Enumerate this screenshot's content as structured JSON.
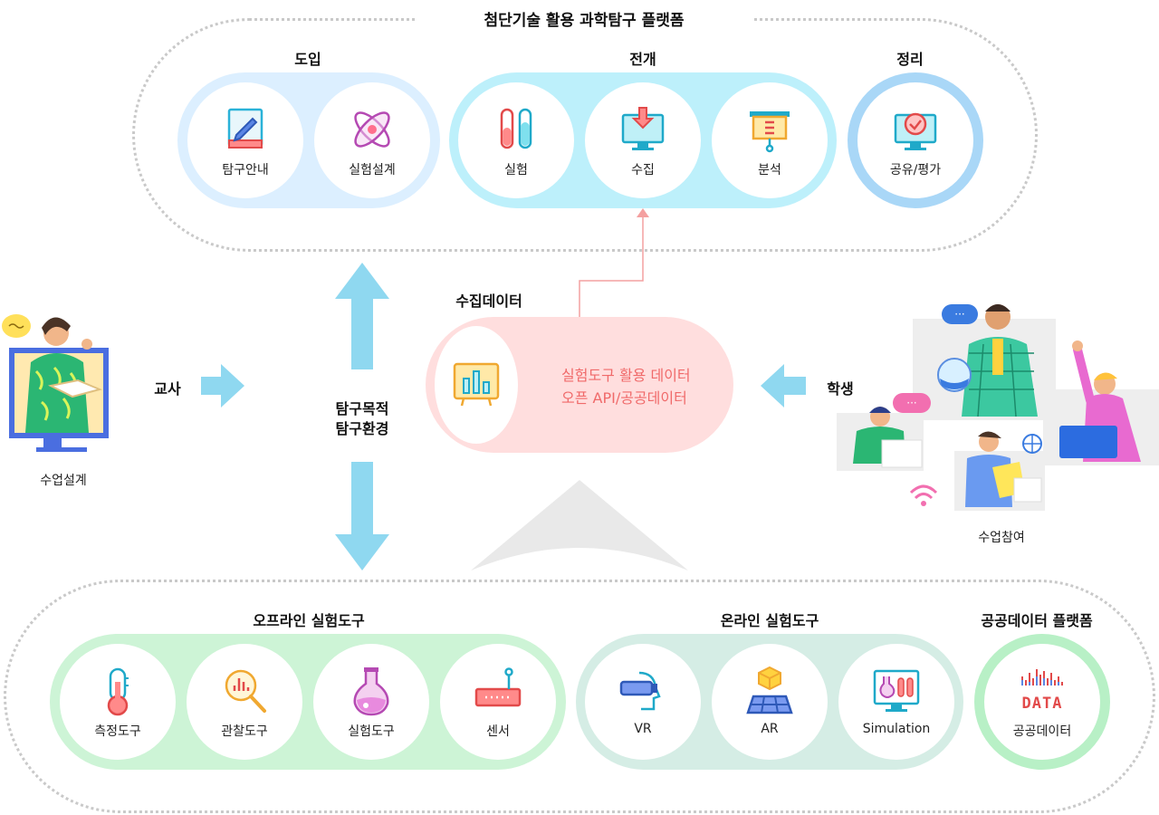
{
  "top": {
    "title": "첨단기술 활용 과학탐구 플랫폼",
    "groups": [
      {
        "title": "도입",
        "items": [
          {
            "label": "탐구안내",
            "icon": "book-pencil-icon"
          },
          {
            "label": "실험설계",
            "icon": "atom-icon"
          }
        ]
      },
      {
        "title": "전개",
        "items": [
          {
            "label": "실험",
            "icon": "test-tubes-icon"
          },
          {
            "label": "수집",
            "icon": "download-monitor-icon"
          },
          {
            "label": "분석",
            "icon": "presentation-board-icon"
          }
        ]
      },
      {
        "title": "정리",
        "items": [
          {
            "label": "공유/평가",
            "icon": "check-monitor-icon"
          }
        ]
      }
    ]
  },
  "middle": {
    "teacher_label": "교사",
    "teacher_caption": "수업설계",
    "center_text": [
      "탐구목적",
      "탐구환경"
    ],
    "data_title": "수집데이터",
    "data_lines": [
      "실험도구 활용 데이터",
      "오픈 API/공공데이터"
    ],
    "student_label": "학생",
    "student_caption": "수업참여"
  },
  "bottom": {
    "groups": [
      {
        "title": "오프라인 실험도구",
        "items": [
          {
            "label": "측정도구",
            "icon": "thermometer-icon"
          },
          {
            "label": "관찰도구",
            "icon": "magnifier-chart-icon"
          },
          {
            "label": "실험도구",
            "icon": "flask-icon"
          },
          {
            "label": "센서",
            "icon": "sensor-router-icon"
          }
        ]
      },
      {
        "title": "온라인 실험도구",
        "items": [
          {
            "label": "VR",
            "icon": "vr-headset-icon"
          },
          {
            "label": "AR",
            "icon": "ar-cube-icon"
          },
          {
            "label": "Simulation",
            "icon": "simulation-monitor-icon"
          }
        ]
      },
      {
        "title": "공공데이터 플랫폼",
        "items": [
          {
            "label": "공공데이터",
            "icon": "data-bars-icon",
            "icon_text": "DATA"
          }
        ]
      }
    ]
  },
  "colors": {
    "intro_pill": "#dcefff",
    "develop_pill": "#bdf0fb",
    "wrapup_ring": "#a9d7f7",
    "offline_pill": "#cdf4d6",
    "online_pill": "#d5ede5",
    "public_ring": "#b8f0c6",
    "data_pill": "#ffdede",
    "arrow_blue": "#8fd8f0",
    "data_text": "#f06a6a"
  }
}
